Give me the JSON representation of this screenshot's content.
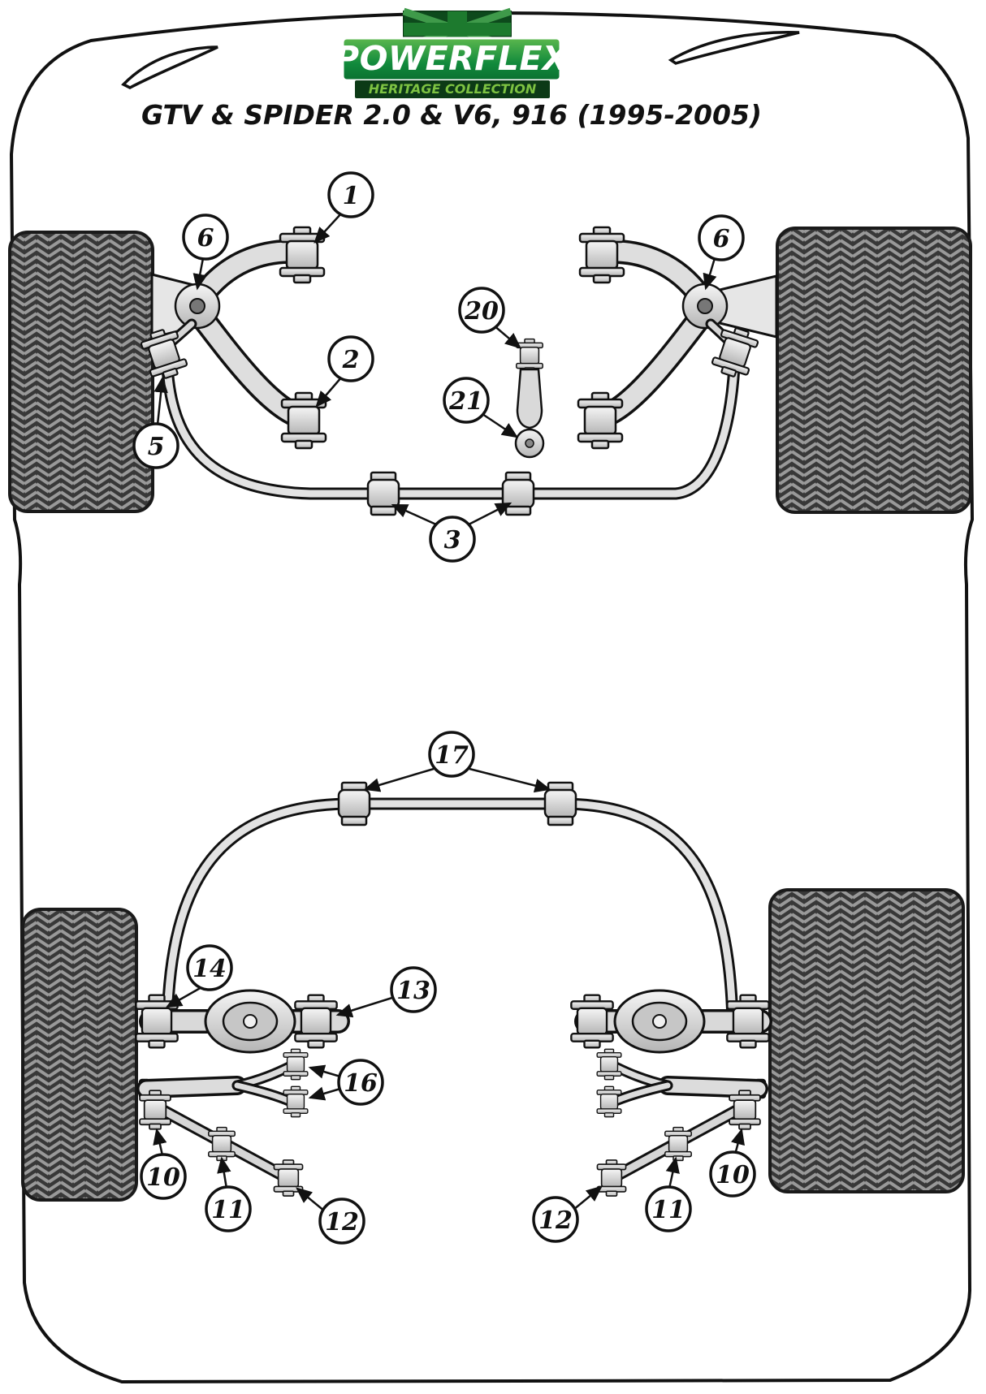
{
  "logo": {
    "brand": "POWERFLEX",
    "collection": "HERITAGE COLLECTION"
  },
  "title": "GTV & SPIDER 2.0 & V6, 916 (1995-2005)",
  "colors": {
    "logo_green": "#2f9e3f",
    "logo_dark_green": "#0c3a16",
    "heritage_text": "#7dc242",
    "tire_base": "#383838",
    "tire_weave": "#999999",
    "metal_light": "#f5f5f5",
    "metal_dark": "#b5b5b5",
    "outline": "#111111",
    "background": "#ffffff"
  },
  "callouts": [
    {
      "label": "1"
    },
    {
      "label": "6"
    },
    {
      "label": "2"
    },
    {
      "label": "5"
    },
    {
      "label": "20"
    },
    {
      "label": "21"
    },
    {
      "label": "6"
    },
    {
      "label": "3"
    },
    {
      "label": "17"
    },
    {
      "label": "14"
    },
    {
      "label": "13"
    },
    {
      "label": "16"
    },
    {
      "label": "10"
    },
    {
      "label": "11"
    },
    {
      "label": "12"
    },
    {
      "label": "12"
    },
    {
      "label": "11"
    },
    {
      "label": "10"
    }
  ]
}
